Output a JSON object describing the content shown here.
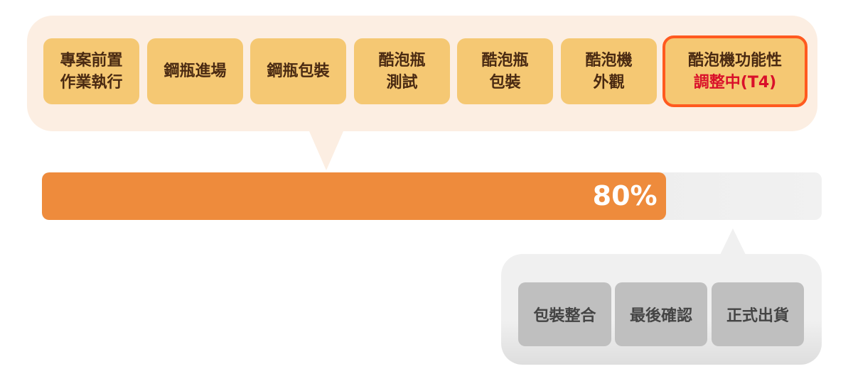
{
  "completed_steps": [
    {
      "lines": [
        "專案前置",
        "作業執行"
      ]
    },
    {
      "lines": [
        "鋼瓶進場"
      ]
    },
    {
      "lines": [
        "鋼瓶包裝"
      ]
    },
    {
      "lines": [
        "酷泡瓶",
        "測試"
      ]
    },
    {
      "lines": [
        "酷泡瓶",
        "包裝"
      ]
    },
    {
      "lines": [
        "酷泡機",
        "外觀"
      ]
    }
  ],
  "current_step": {
    "line1": "酷泡機功能性",
    "line2": "調整中(T4)"
  },
  "progress": {
    "percent": 80,
    "label": "80%"
  },
  "upcoming_steps": [
    "包裝整合",
    "最後確認",
    "正式出貨"
  ],
  "colors": {
    "fill": "#EE8B3C",
    "current_border": "#FF5A1F",
    "status_red": "#D9102A"
  }
}
